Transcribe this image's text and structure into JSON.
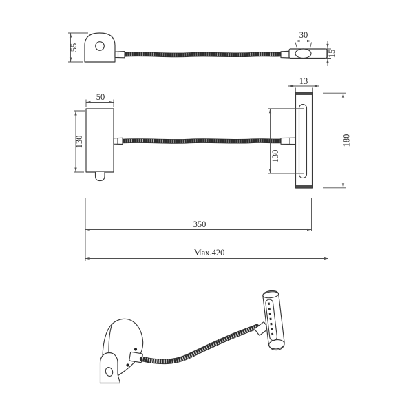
{
  "drawing": {
    "background_color": "#ffffff",
    "line_color": "#383838",
    "dimension_line_color": "#4f4f4f",
    "views": {
      "side_view": {
        "bracket_height": "55",
        "head_width": "30",
        "head_thickness": "15"
      },
      "front_view": {
        "base_width": "50",
        "base_height": "130",
        "head_depth": "13",
        "led_window_height": "130",
        "head_length": "180",
        "arm_span": "350",
        "max_reach": "Max.420"
      }
    }
  }
}
